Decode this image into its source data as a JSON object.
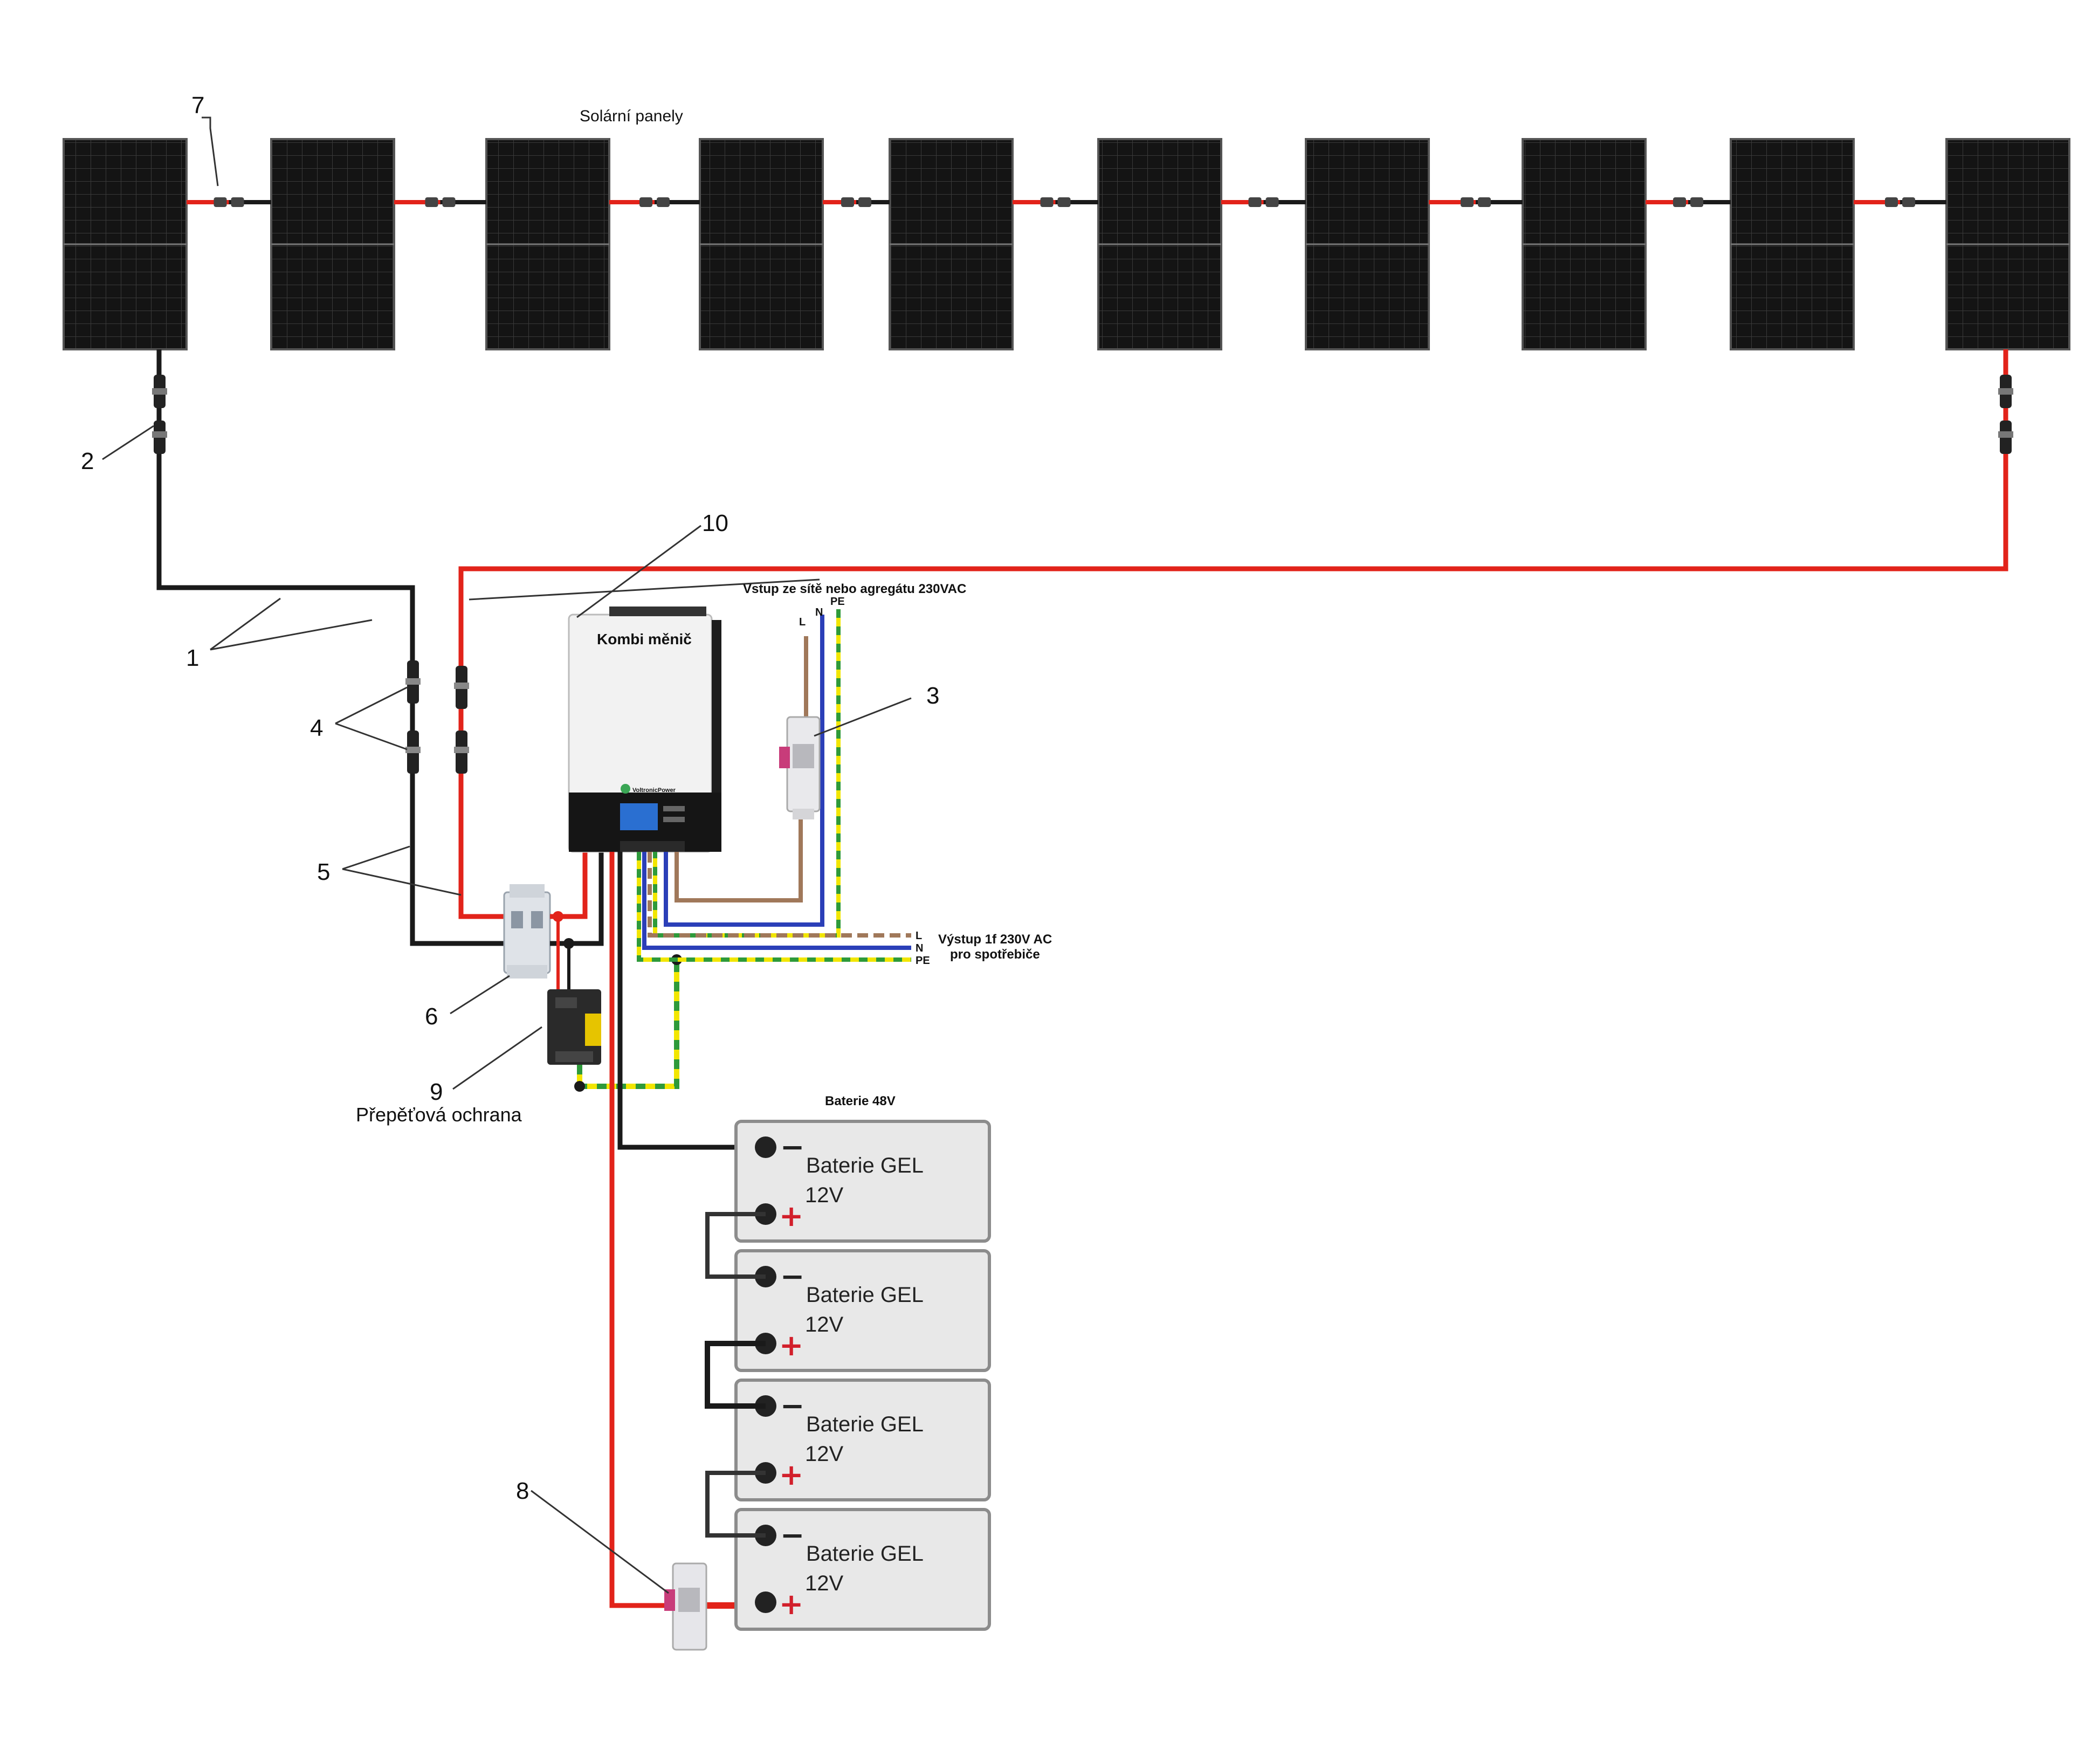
{
  "labels": {
    "solar_panels": "Solární panely",
    "inverter": "Kombi měnič",
    "inverter_brand": "VoltronicPower",
    "grid_input": "Vstup ze sítě nebo agregátu 230VAC",
    "output_line1": "Výstup 1f 230V AC",
    "output_line2": "pro spotřebiče",
    "surge": "Přepěťová ochrana",
    "battery_bank": "Baterie 48V",
    "phase_L": "L",
    "phase_N": "N",
    "phase_PE": "PE"
  },
  "callouts": [
    "1",
    "2",
    "3",
    "4",
    "5",
    "6",
    "7",
    "8",
    "9",
    "10"
  ],
  "batteries": [
    {
      "name": "Baterie GEL",
      "voltage": "12V",
      "neg": "−",
      "pos": "+"
    },
    {
      "name": "Baterie GEL",
      "voltage": "12V",
      "neg": "−",
      "pos": "+"
    },
    {
      "name": "Baterie GEL",
      "voltage": "12V",
      "neg": "−",
      "pos": "+"
    },
    {
      "name": "Baterie GEL",
      "voltage": "12V",
      "neg": "−",
      "pos": "+"
    }
  ],
  "colors": {
    "dc_positive": "#e2231a",
    "dc_negative": "#1a1a1a",
    "ac_L": "#a0785a",
    "ac_N": "#2b3fb8",
    "pe_yellow": "#f2e600",
    "pe_green": "#2e9a3a",
    "panel": "#111111",
    "battery_fill": "#e8e8e8",
    "battery_border": "#8c8c8c"
  },
  "panel_count": 10
}
